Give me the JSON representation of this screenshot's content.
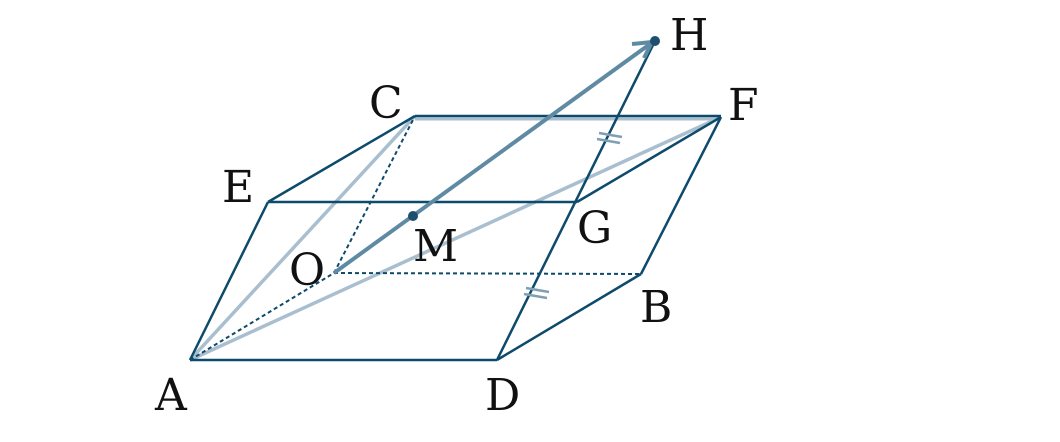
{
  "points": {
    "A": "A",
    "B": "B",
    "C": "C",
    "D": "D",
    "E": "E",
    "F": "F",
    "G": "G",
    "H": "H",
    "M": "M",
    "O": "O"
  },
  "colors": {
    "edge": "#0d4a6b",
    "light": "#a9bfcf",
    "vector": "#5f8aa3",
    "text": "#111111"
  }
}
